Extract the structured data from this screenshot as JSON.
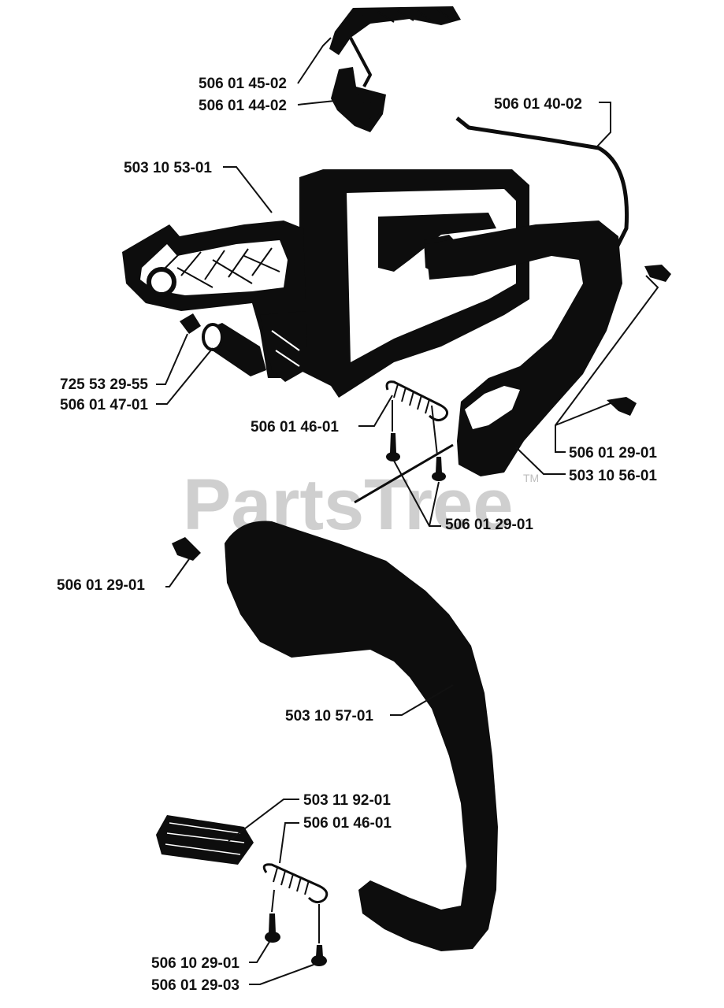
{
  "watermark": {
    "text": "PartsTree",
    "tm": "TM"
  },
  "labels": {
    "p1": "506 01 45-02",
    "p2": "506 01 44-02",
    "p3": "506 01 40-02",
    "p4": "503 10 53-01",
    "p5": "725 53 29-55",
    "p6": "506 01 47-01",
    "p7": "506 01 46-01",
    "p8": "506 01 29-01",
    "p9": "503 10 56-01",
    "p10": "506 01 29-01",
    "p11": "506 01 29-01",
    "p12": "503 10 57-01",
    "p13": "503 11 92-01",
    "p14": "506 01 46-01",
    "p15": "506 10 29-01",
    "p16": "506 01 29-03"
  }
}
